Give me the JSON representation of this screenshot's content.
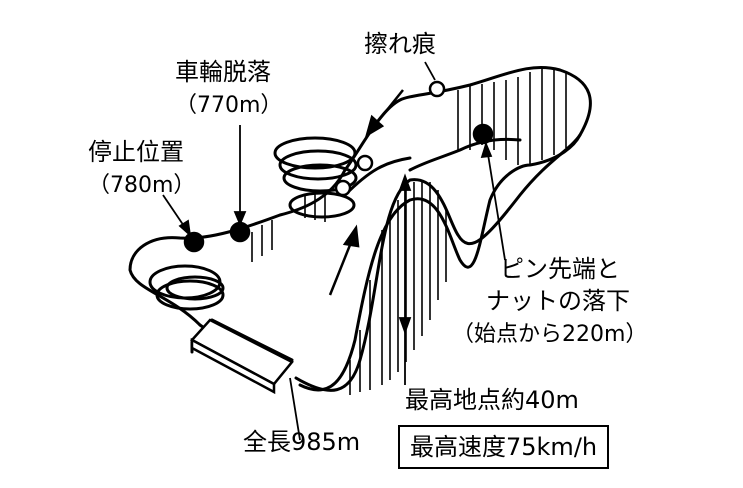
{
  "labels": {
    "scrape_marks": "擦れ痕",
    "wheel_fall": "車輪脱落",
    "wheel_fall_dist": "（770m）",
    "stop_position": "停止位置",
    "stop_dist": "（780m）",
    "pin_line1": "ピン先端と",
    "pin_line2": "ナットの落下",
    "pin_line3": "（始点から220m）",
    "max_height": "最高地点約40m",
    "total_length": "全長985m",
    "max_speed": "最高速度75km/h"
  },
  "colors": {
    "line": "#000000",
    "background": "#ffffff"
  }
}
